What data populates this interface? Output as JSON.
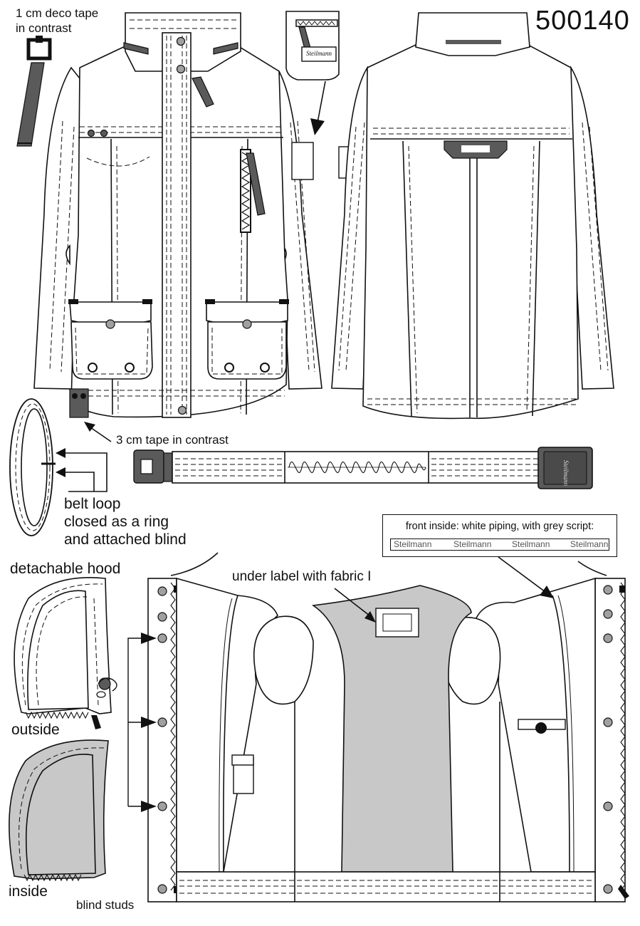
{
  "model_number": "500140",
  "annotations": {
    "deco_tape": [
      "1 cm deco tape",
      "in contrast"
    ],
    "contrast_tape": "3 cm tape in contrast",
    "belt_loop": [
      "belt loop",
      "closed as a ring",
      "and attached blind"
    ],
    "detachable_hood": "detachable hood",
    "outside": "outside",
    "inside": "inside",
    "blind_studs": "blind studs",
    "under_label": "under label with fabric I"
  },
  "piping_box": {
    "heading": "front inside: white piping, with grey script:",
    "script_words": [
      "Steilmann",
      "Steilmann",
      "Steilmann",
      "Steilmann"
    ]
  },
  "brand_labels": {
    "sleeve_badge": "Steilmann",
    "buckle": "Steilmann"
  },
  "colors": {
    "contrast_tape": "#5a5a5a",
    "lining": "#c8c8c8",
    "studs": "#a0a0a0"
  }
}
